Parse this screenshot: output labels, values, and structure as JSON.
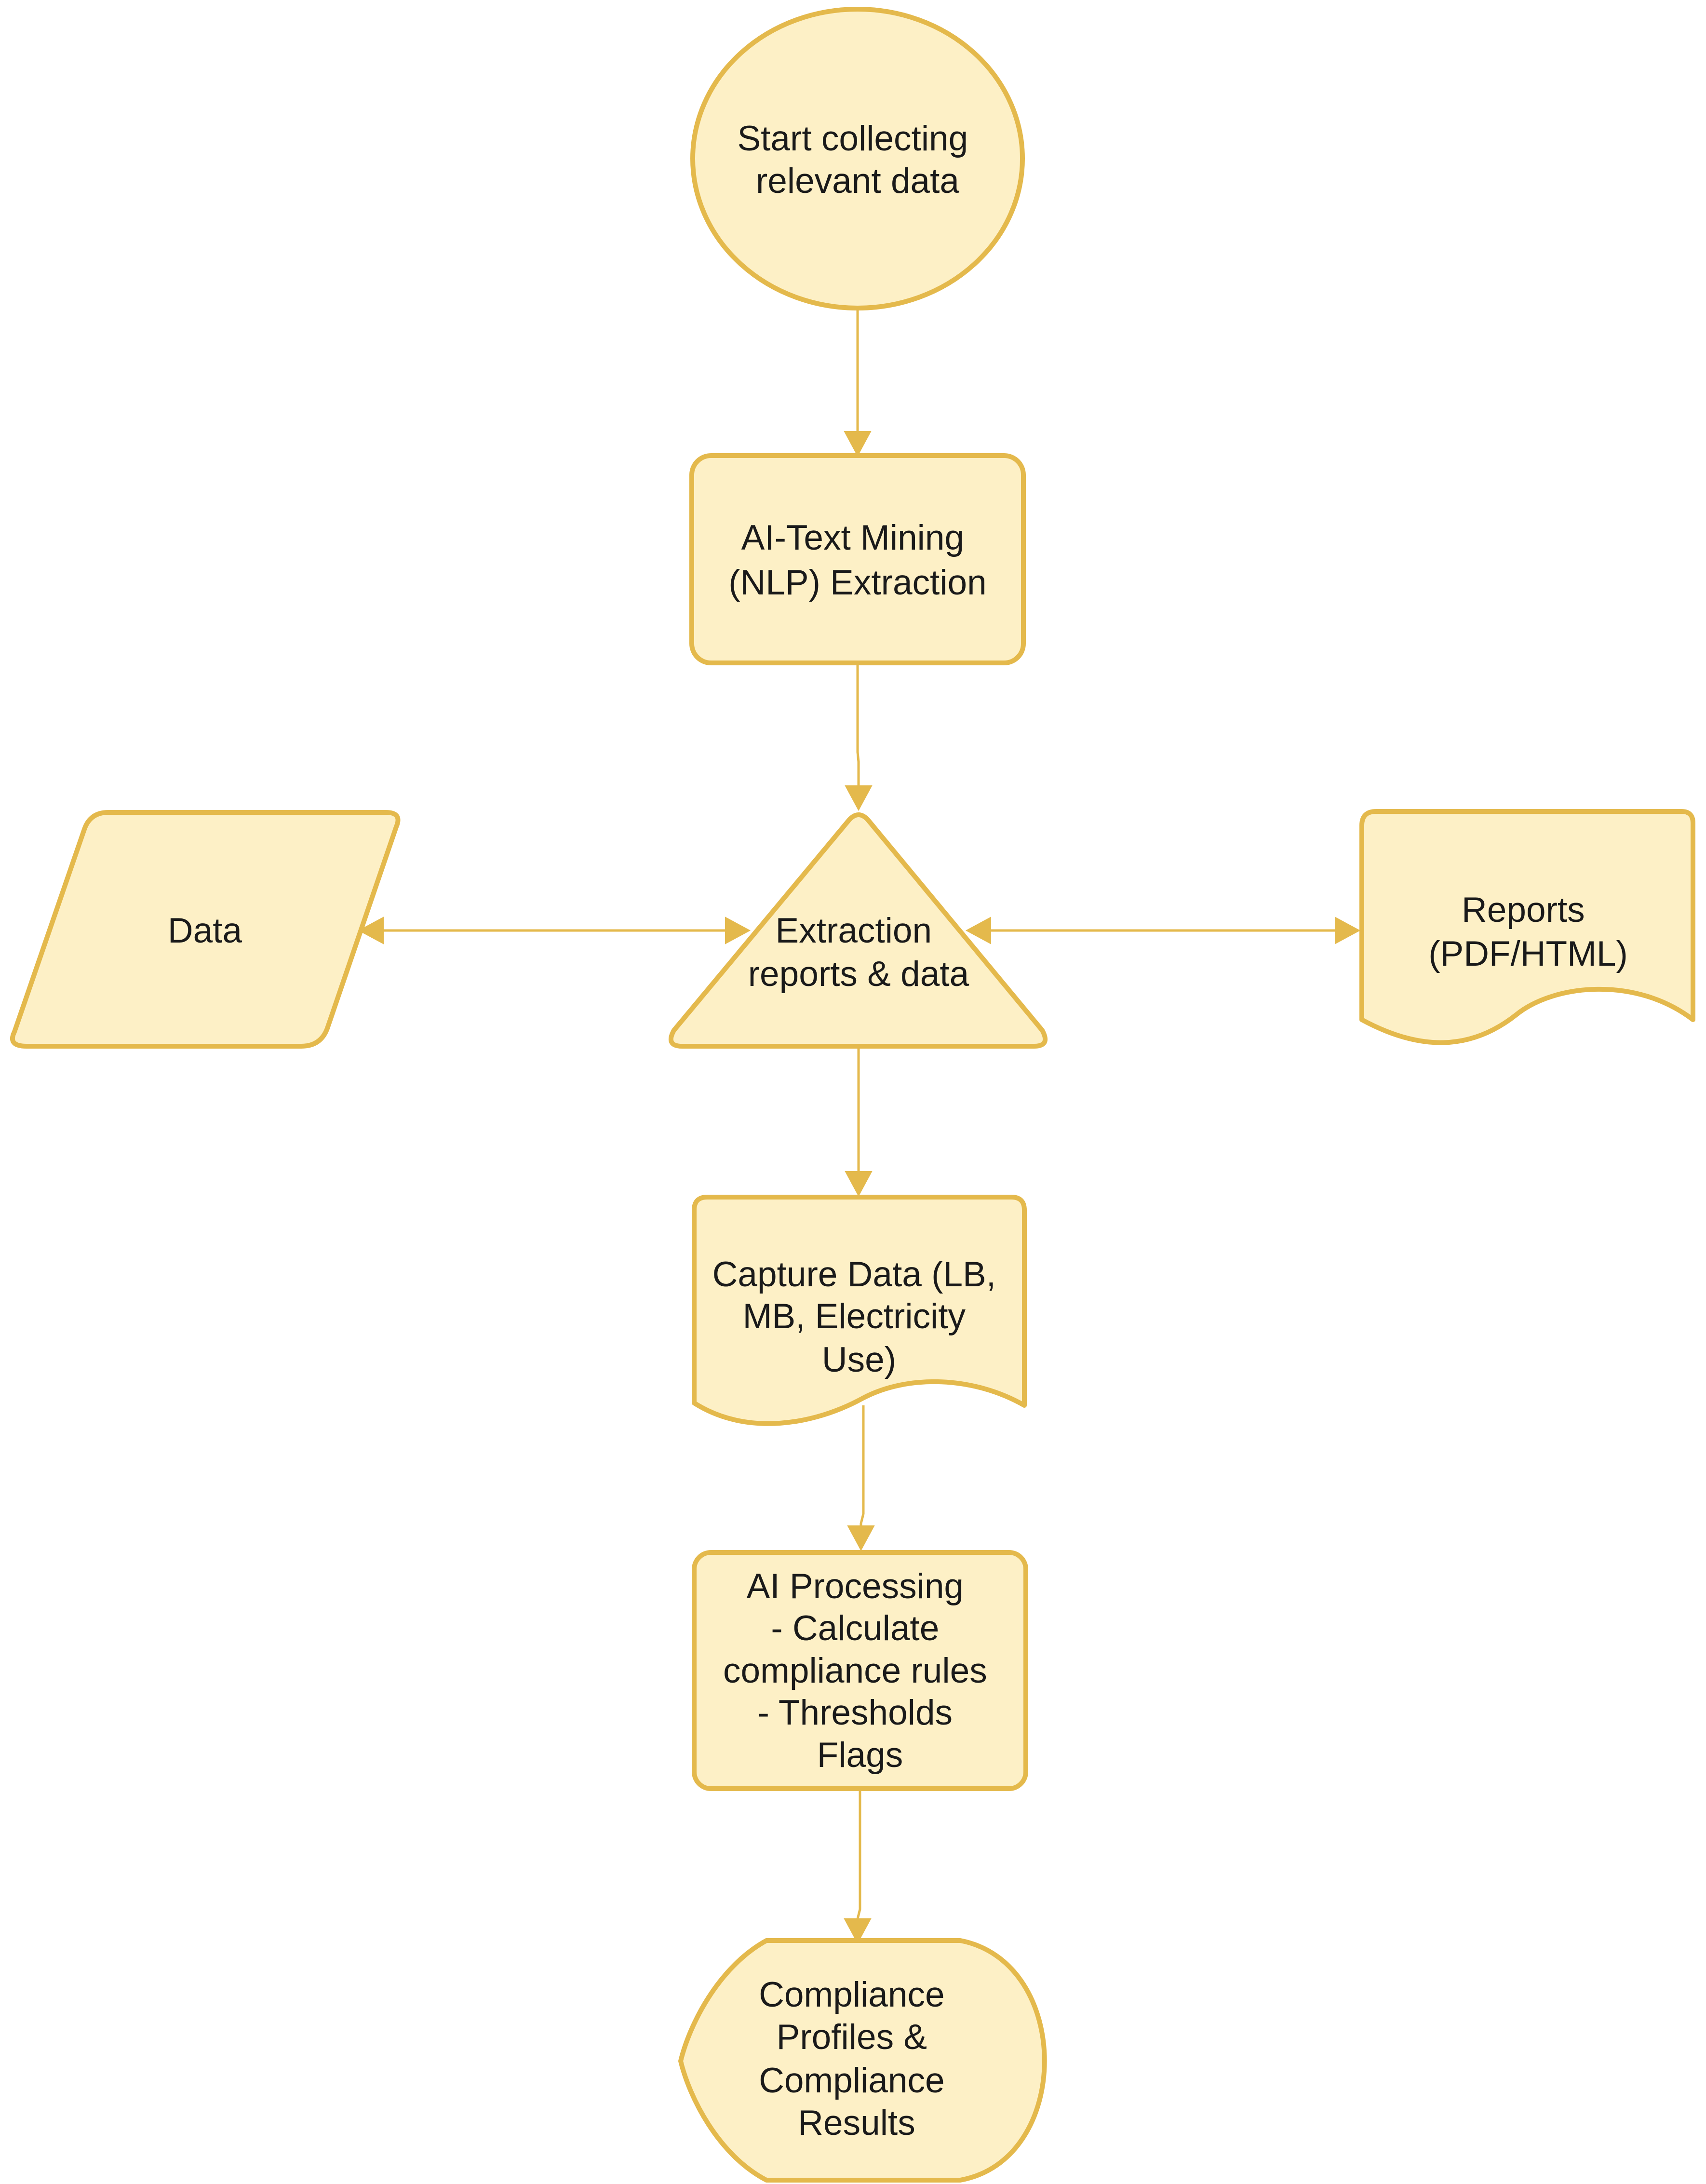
{
  "diagram": {
    "colors": {
      "fill": "#fdf0c6",
      "stroke": "#e4b94c",
      "text": "#1a1a1a"
    },
    "nodes": {
      "start": {
        "shape": "circle",
        "lines": [
          "Start collecting",
          "relevant data"
        ]
      },
      "text_mining": {
        "shape": "rounded-rectangle",
        "lines": [
          "AI-Text Mining",
          "(NLP) Extraction"
        ]
      },
      "data": {
        "shape": "parallelogram",
        "lines": [
          "Data"
        ]
      },
      "extraction": {
        "shape": "triangle",
        "lines": [
          "Extraction",
          "reports & data"
        ]
      },
      "reports": {
        "shape": "document",
        "lines": [
          "Reports",
          "(PDF/HTML)"
        ]
      },
      "capture": {
        "shape": "document",
        "lines": [
          "Capture Data (LB,",
          "MB, Electricity",
          "Use)"
        ]
      },
      "processing": {
        "shape": "rounded-rectangle",
        "lines": [
          "AI Processing",
          "- Calculate",
          "compliance rules",
          "- Thresholds",
          "Flags"
        ]
      },
      "results": {
        "shape": "display",
        "lines": [
          "Compliance",
          "Profiles &",
          "Compliance",
          "Results"
        ]
      }
    },
    "edges": [
      {
        "from": "start",
        "to": "text_mining",
        "direction": "forward"
      },
      {
        "from": "text_mining",
        "to": "extraction",
        "direction": "forward"
      },
      {
        "from": "data",
        "to": "extraction",
        "direction": "both"
      },
      {
        "from": "extraction",
        "to": "reports",
        "direction": "both"
      },
      {
        "from": "extraction",
        "to": "capture",
        "direction": "forward"
      },
      {
        "from": "capture",
        "to": "processing",
        "direction": "forward"
      },
      {
        "from": "processing",
        "to": "results",
        "direction": "forward"
      }
    ]
  }
}
